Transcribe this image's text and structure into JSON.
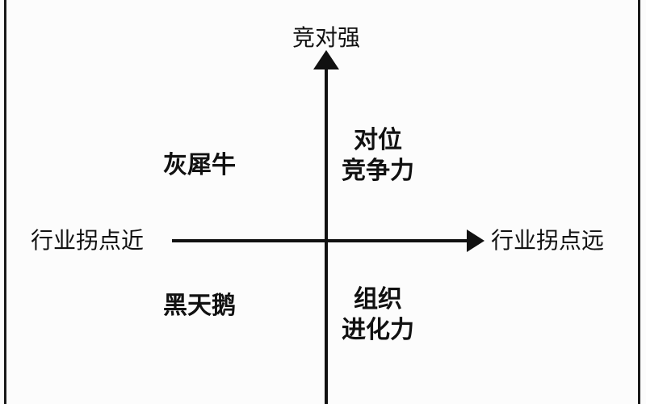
{
  "diagram": {
    "type": "2x2-quadrant-matrix",
    "axes": {
      "vertical": {
        "top_label": "竞对强",
        "arrow_direction": "up"
      },
      "horizontal": {
        "left_label": "行业拐点近",
        "right_label": "行业拐点远",
        "arrow_direction": "right"
      }
    },
    "quadrants": {
      "upper_left": {
        "lines": [
          "灰犀牛"
        ]
      },
      "upper_right": {
        "lines": [
          "对位",
          "竞争力"
        ]
      },
      "lower_left": {
        "lines": [
          "黑天鹅"
        ]
      },
      "lower_right": {
        "lines": [
          "组织",
          "进化力"
        ]
      }
    },
    "colors": {
      "background": "#fcfcfc",
      "line": "#111111",
      "text": "#111111",
      "edge_rule": "#1a1a1a"
    }
  }
}
